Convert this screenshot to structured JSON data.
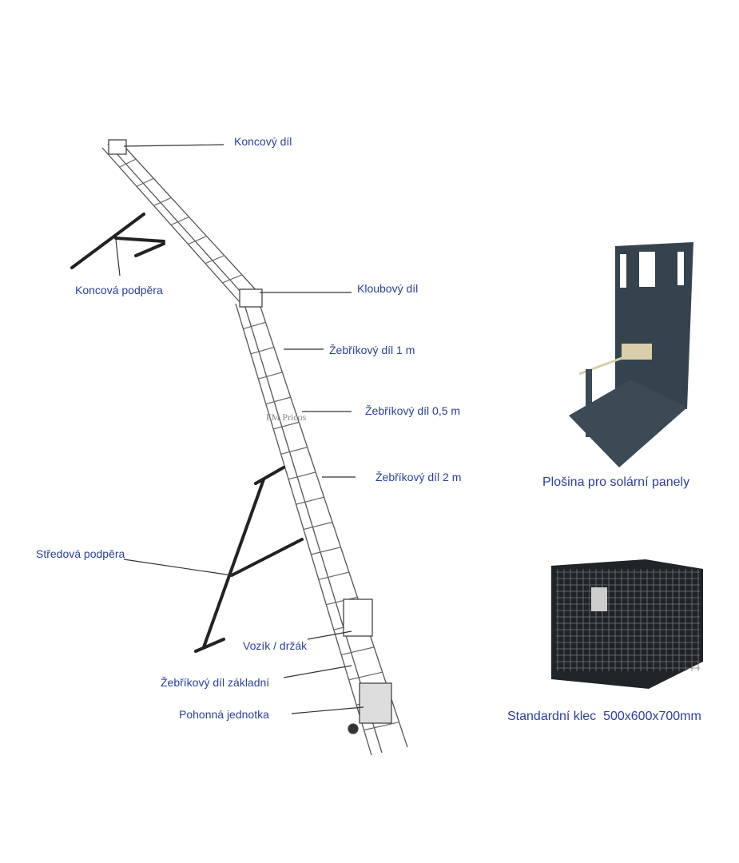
{
  "labels": {
    "koncovy_dil": "Koncový díl",
    "koncova_podpera": "Koncová podpěra",
    "kloubovy_dil": "Kloubový díl",
    "zebrikovy_1m": "Žebříkový díl 1 m",
    "zebrikovy_05m": "Žebříkový díl 0,5 m",
    "zebrikovy_2m": "Žebříkový díl 2 m",
    "stredova_podpera": "Středová podpěra",
    "vozik": "Vozík / držák",
    "zebrikovy_zakladni": "Žebříkový díl základní",
    "pohonna_jednotka": "Pohonná jednotka"
  },
  "captions": {
    "plosina": "Plošina pro solární panely",
    "klec": "Standardní klec  500x600x700mm"
  },
  "watermark": "FM Pricos",
  "colors": {
    "label": "#2b3f9c",
    "equipment": "#2f3a44"
  }
}
